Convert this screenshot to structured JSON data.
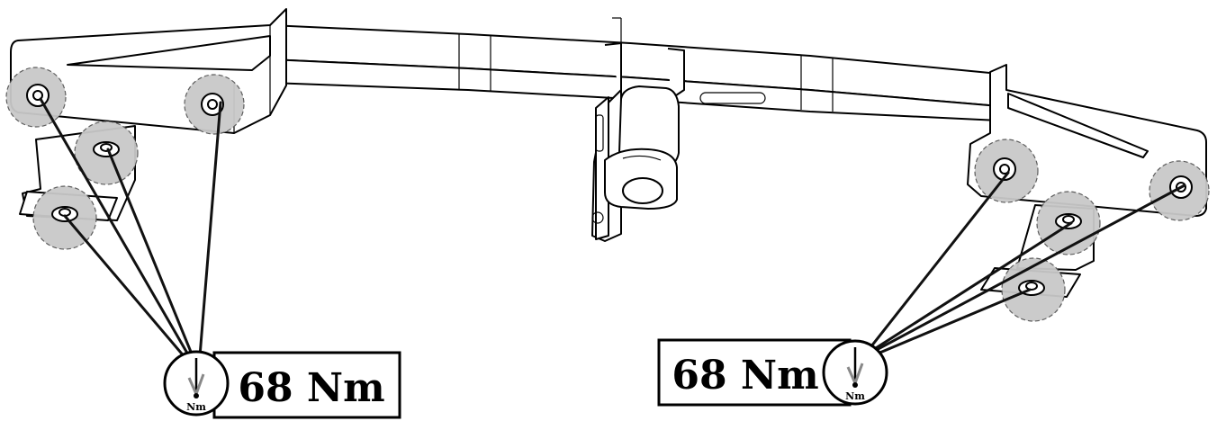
{
  "diagram": {
    "torque_callouts": [
      {
        "value": "68 Nm",
        "unit_glyph": "Nm",
        "side": "left"
      },
      {
        "value": "68 Nm",
        "unit_glyph": "Nm",
        "side": "right"
      }
    ],
    "colors": {
      "line": "#000000",
      "bolt_highlight": "#c9c9c9",
      "background": "#ffffff"
    },
    "icons": [
      "torque-wrench-icon"
    ]
  }
}
